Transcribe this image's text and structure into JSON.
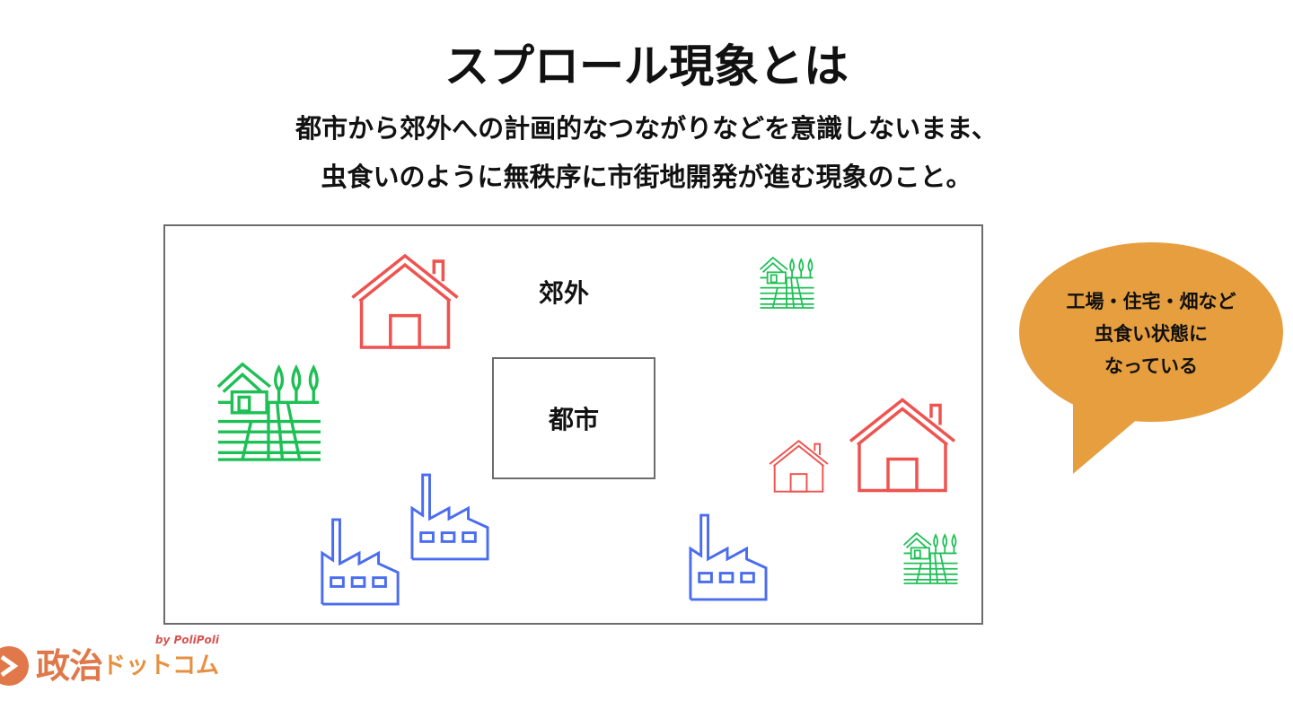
{
  "title": "スプロール現象とは",
  "subtitle_lines": [
    "都市から郊外への計画的なつながりなどを意識しないまま、",
    "虫食いのように無秩序に市街地開発が進む現象のこと。"
  ],
  "diagram": {
    "suburb_label": "郊外",
    "city_label": "都市"
  },
  "callout": {
    "lines": [
      "工場・住宅・畑など",
      "虫食い状態に",
      "なっている"
    ]
  },
  "logo": {
    "name": "政治",
    "name_kana": "ドットコム",
    "by": "by PoliPoli"
  },
  "colors": {
    "house": "#ef5350",
    "farm": "#1ec055",
    "factory": "#4a6cf0",
    "bubble": "#e69e3f",
    "logo": "#e0784a"
  }
}
